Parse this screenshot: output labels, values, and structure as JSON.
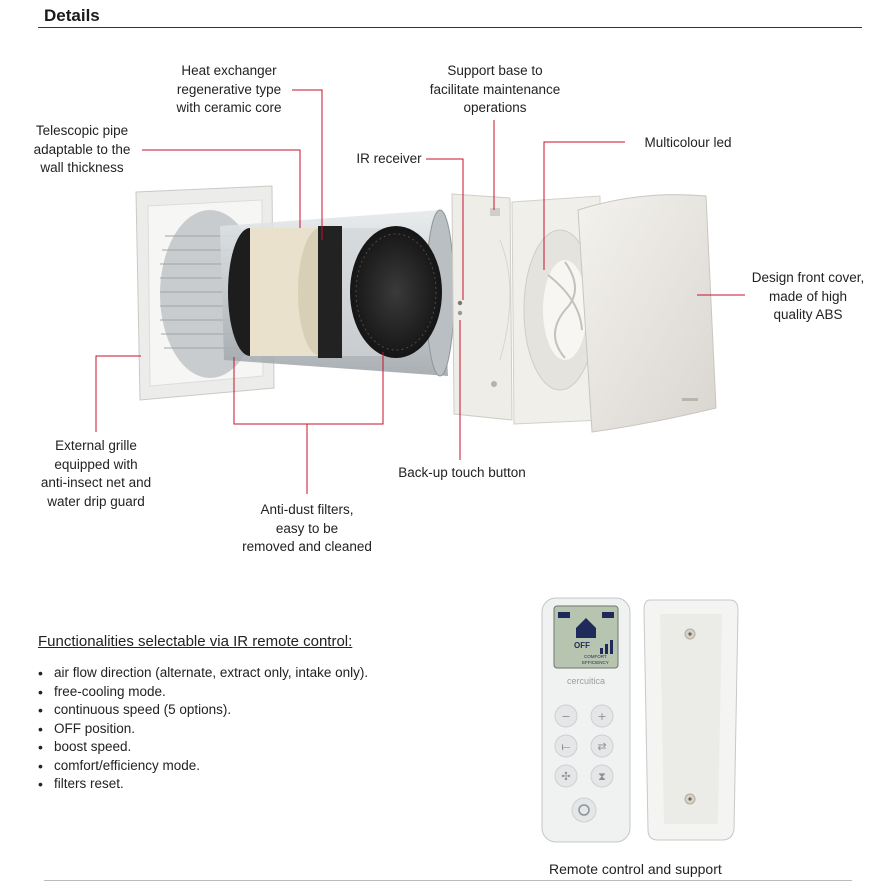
{
  "page": {
    "title": "Details"
  },
  "labels": {
    "heat_exchanger": "Heat exchanger\nregenerative type\nwith ceramic core",
    "support_base": "Support base to\nfacilitate maintenance\noperations",
    "telescopic_pipe": "Telescopic pipe\nadaptable to the\nwall thickness",
    "ir_receiver": "IR receiver",
    "multicolour_led": "Multicolour led",
    "front_cover": "Design front cover,\nmade of high\nquality ABS",
    "external_grille": "External grille\nequipped with\nanti-insect net and\nwater drip guard",
    "backup_button": "Back-up touch button",
    "anti_dust": "Anti-dust filters,\neasy to be\nremoved and cleaned"
  },
  "functionalities": {
    "title": "Functionalities selectable via IR remote control:",
    "items": [
      "air flow direction (alternate, extract only, intake only).",
      "free-cooling mode.",
      "continuous speed (5 options).",
      "OFF position.",
      "boost speed.",
      "comfort/efficiency mode.",
      "filters reset."
    ]
  },
  "remote": {
    "caption": "Remote control and support",
    "brand": "cercuitica",
    "screen_off": "OFF",
    "screen_comfort": "COMFORT",
    "screen_efficiency": "EFFICIENCY",
    "buttons": [
      "−",
      "+",
      "⟝",
      "⇄",
      "✣",
      "⧗"
    ]
  },
  "colors": {
    "leader_line": "#c8102e"
  }
}
